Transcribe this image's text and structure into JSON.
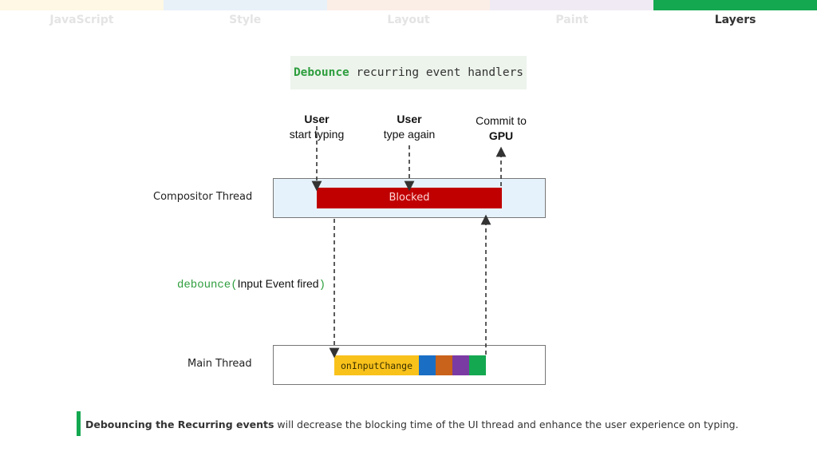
{
  "tabs": [
    {
      "label": "JavaScript",
      "color": "#fef8e4",
      "active": false
    },
    {
      "label": "Style",
      "color": "#e8f0f8",
      "active": false
    },
    {
      "label": "Layout",
      "color": "#fbeee6",
      "active": false
    },
    {
      "label": "Paint",
      "color": "#efeaf4",
      "active": false
    },
    {
      "label": "Layers",
      "color": "#14a850",
      "active": true
    }
  ],
  "title": {
    "highlight": "Debounce",
    "rest": " recurring event handlers"
  },
  "events": {
    "start": {
      "strong": "User",
      "text": "start typing"
    },
    "again": {
      "strong": "User",
      "text": "type again"
    },
    "commit": {
      "text": "Commit to",
      "strong": "GPU"
    }
  },
  "compositor": {
    "label": "Compositor Thread",
    "blocked_label": "Blocked",
    "box_color": "#e6f2fb",
    "blocked_color": "#c00000"
  },
  "debounce": {
    "code_open": "debounce(",
    "text": "Input Event fired",
    "code_close": ")"
  },
  "main": {
    "label": "Main Thread",
    "handler_label": "onInputChange",
    "task_colors": [
      "#1a6fc4",
      "#c9621a",
      "#7a3ba3",
      "#14a850"
    ]
  },
  "note": {
    "strong": "Debouncing the Recurring events",
    "text": " will decrease the blocking time of the UI thread and enhance the user experience on typing."
  }
}
